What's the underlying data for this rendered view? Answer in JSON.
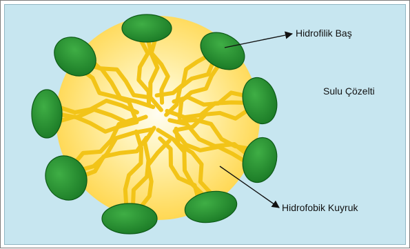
{
  "labels": {
    "head": "Hidrofilik Baş",
    "solution": "Sulu Çözelti",
    "tail": "Hidrofobik Kuyruk"
  },
  "colors": {
    "background": "#c7e6f0",
    "head_fill": "#1f8a2e",
    "head_stroke": "#0d5a17",
    "core_outer": "#ffd54a",
    "core_inner": "#fffbe6",
    "tail": "#f2c418",
    "arrow": "#111111"
  },
  "icons": {
    "head": "green-ellipse-head",
    "tail": "wavy-yellow-tail"
  }
}
